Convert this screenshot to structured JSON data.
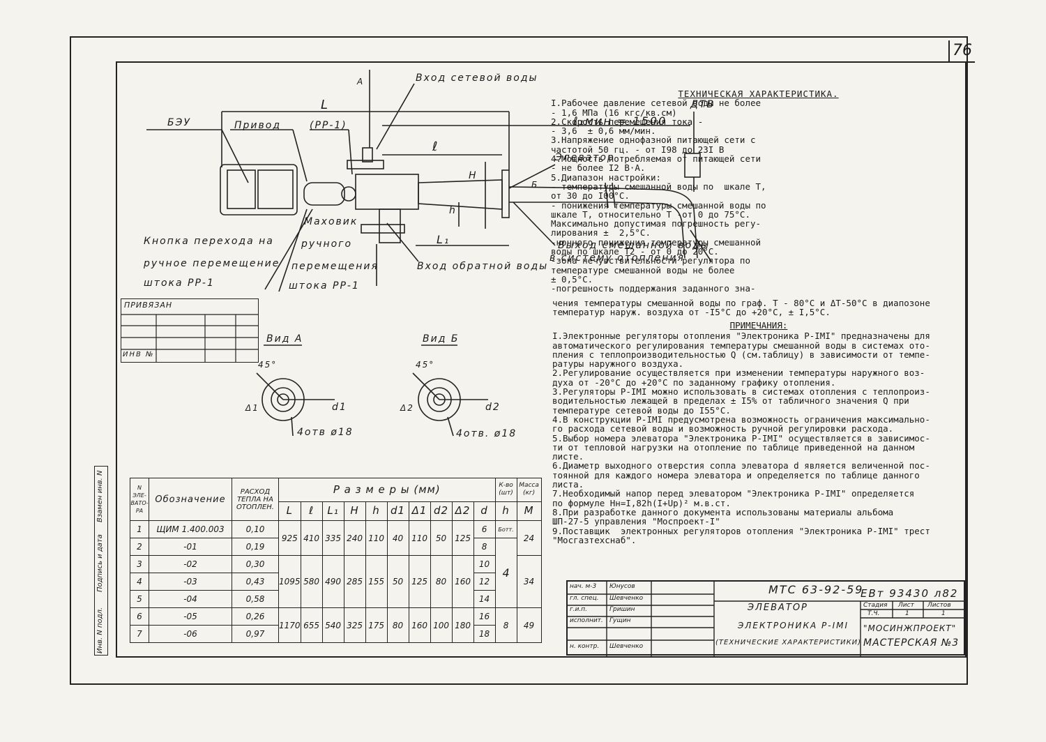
{
  "sheet_number": "76",
  "labels": {
    "beu": "БЭУ",
    "privod": "Привод",
    "rr1": "(РР-1)",
    "vhod_setevoy": "Вход сетевой воды",
    "l_dim": "L",
    "l_small": "ℓ",
    "l1min": "ℓ₁мин = 1500",
    "dtv": "ДТВ",
    "elevator": "Элеватор",
    "mahovik": "Маховик",
    "ruchnogo": "ручного",
    "peremescheniya": "перемещения",
    "shtoka_rr1": "штока РР-1",
    "knopka1": "Кнопка перехода на",
    "knopka2": "ручное перемещение",
    "knopka3": "штока РР-1",
    "vyhod1": "Выход смешанной воды",
    "vyhod2": "в систему отопления",
    "vhod_obratnoy": "Вход обратной воды",
    "arrow_a": "А",
    "arrow_b": "Б",
    "h_big": "Н",
    "h_small": "h",
    "L1": "L₁",
    "vid_a": "Вид А",
    "vid_b": "Вид Б",
    "angle": "45°",
    "d1": "d1",
    "d2": "d2",
    "A1": "Δ1",
    "A2": "Δ2",
    "otv_a": "4отв ø18",
    "otv_b": "4отв. ø18",
    "privyazan": "ПРИВЯЗАН",
    "inv": "ИНВ №"
  },
  "tech": {
    "title": "ТЕХНИЧЕСКАЯ ХАРАКТЕРИСТИКА.",
    "lines": [
      "I.Рабочее давление сетевой воды не более",
      "- 1,6 МПа (16 кгс/кв.см)",
      "2.Скорость перемещения тока -",
      "- 3,6  ± 0,6 мм/мин.",
      "3.Напряжение однофазной питающей сети с",
      "частотой 50 гц. - от I98 до 23I В",
      "4.Мощность потребляемая от питающей сети",
      "- не более I2 В·А.",
      "5.Диапазон настройки:",
      "- температуры смешанной воды по  шкале Т,",
      "от 30 до I00°С.",
      "- понижения температуры смешанной воды по",
      "шкале Т, относительно Т -от 0 до 75°С.",
      "Максимально допустимая погрешность регу-",
      "лирования ±  2,5°С.",
      "-ночного понижения температуры смешанной",
      "воды по шкале Т2 - от 0 до 20°С.",
      "-зона нечувствительности регулятора по",
      "температуре смешанной воды не более",
      "± 0,5°С.",
      "-погрешность поддержания заданного зна-"
    ],
    "span1": "чения температуры смешанной воды по граф. Т - 80°С и ΔТ-50°С в диапозоне",
    "span2": "температур наруж. воздуха от -I5°С до +20°С, ± I,5°С."
  },
  "notes": {
    "title": "ПРИМЕЧАНИЯ:",
    "lines": [
      "I.Электронные регуляторы отопления \"Электроника Р-IМI\" предназначены для",
      "автоматического регулирования температуры смешанной воды в системах ото-",
      "пления с теплопроизводительностью Q (см.таблицу) в зависимости от темпе-",
      "ратуры наружного воздуха.",
      "2.Регулирование осуществляется при изменении температуры наружного воз-",
      "духа от -20°С до +20°С по заданному графику отопления.",
      "3.Регуляторы Р-IМI можно использовать в системах отопления с теплопроиз-",
      "водительностью лежащей в пределах ± I5% от табличного значения Q при",
      "температуре сетевой воды до I55°С.",
      "4.В конструкции Р-IМI предусмотрена возможность ограничения максимально-",
      "го расхода сетевой воды и возможность ручной регулировки расхода.",
      "5.Выбор номера элеватора \"Электроника Р-IМI\" осуществляется в зависимос-",
      "ти от тепловой нагрузки на отопление по таблице приведенной на данном",
      "листе.",
      "6.Диаметр выходного отверстия сопла элеватора d является величенной пос-",
      "тоянной для каждого номера элеватора и определяется по таблице данного",
      "листа.",
      "7.Необходимый напор перед элеватором \"Электроника Р-IМI\" определяется",
      "по формуле Нн=I,82h(I+Uр)² м.в.ст.",
      "8.При разработке данного документа использованы материалы альбома",
      "ШП-27-5 управления \"Моспроект-I\"",
      "9.Поставщик  электронных регуляторов отопления \"Электроника Р-IМI\" трест",
      "\"Мосгазтехснаб\"."
    ]
  },
  "table": {
    "h_n": "N ЭЛЕ-ВАТО-РА",
    "h_obozn": "Обозначение",
    "h_rashod": "РАСХОД ТЕПЛА НА ОТОПЛЕН.",
    "h_razmery": "Р а з м е р ы  (мм)",
    "h_kvo": "К-во (шт)",
    "h_massa": "Масса (кг)",
    "cols": [
      "L",
      "ℓ",
      "L₁",
      "H",
      "h",
      "d1",
      "Δ1",
      "d2",
      "Δ2",
      "d"
    ],
    "h_h": "h",
    "h_m": "M",
    "rows": [
      {
        "n": "1",
        "obozn": "ЩИМ 1.400.003",
        "q": "0,10",
        "d": "6"
      },
      {
        "n": "2",
        "obozn": "-01",
        "q": "0,19",
        "d": "8"
      },
      {
        "n": "3",
        "obozn": "-02",
        "q": "0,30",
        "d": "10"
      },
      {
        "n": "4",
        "obozn": "-03",
        "q": "0,43",
        "d": "12"
      },
      {
        "n": "5",
        "obozn": "-04",
        "q": "0,58",
        "d": "14"
      },
      {
        "n": "6",
        "obozn": "-05",
        "q": "0,26",
        "d": "16"
      },
      {
        "n": "7",
        "obozn": "-06",
        "q": "0,97",
        "d": "18"
      }
    ],
    "groups": [
      {
        "vals": [
          "925",
          "410",
          "335",
          "240",
          "110",
          "40",
          "110",
          "50",
          "125"
        ],
        "h": "4",
        "m": "24"
      },
      {
        "vals": [
          "1095",
          "580",
          "490",
          "285",
          "155",
          "50",
          "125",
          "80",
          "160"
        ],
        "h": "",
        "m": "34"
      },
      {
        "vals": [
          "1170",
          "655",
          "540",
          "325",
          "175",
          "80",
          "160",
          "100",
          "180"
        ],
        "h": "8",
        "m": "49"
      }
    ],
    "small_note": "Ботт."
  },
  "stamp": {
    "code": "МТС 63-92-59",
    "doc_no": "ЕВт 93430 л82",
    "title1": "ЭЛЕВАТОР",
    "title2": "ЭЛЕКТРОНИКА Р-IМI",
    "title3": "(ТЕХНИЧЕСКИЕ ХАРАКТЕРИСТИКИ)",
    "stadia": "Стадия",
    "list": "Лист",
    "listov": "Листов",
    "stadia_val": "Т.Ч.",
    "list_val": "1",
    "listov_val": "1",
    "org1": "\"МОСИНЖПРОЕКТ\"",
    "org2": "МАСТЕРСКАЯ №3",
    "people": [
      {
        "role": "нач. м-3",
        "name": "Юнусов"
      },
      {
        "role": "гл. спец.",
        "name": "Шевченко"
      },
      {
        "role": "г.и.п.",
        "name": "Гришин"
      },
      {
        "role": "исполнит.",
        "name": "Гущин"
      },
      {
        "role": "",
        "name": ""
      },
      {
        "role": "н. контр.",
        "name": "Шевченко"
      }
    ]
  },
  "side_strip": {
    "s1": "Инв. N подл.",
    "s2": "Подпись и дата",
    "s3": "Взамен инв. N"
  }
}
